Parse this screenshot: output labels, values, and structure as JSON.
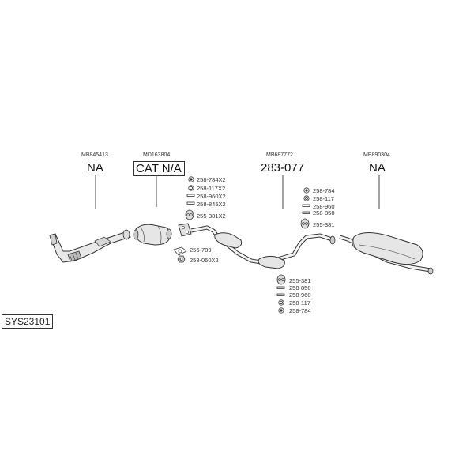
{
  "system_code": "SYS23101",
  "components": [
    {
      "part_no": "MB845413",
      "callout": "NA"
    },
    {
      "part_no": "MD163804",
      "callout": "CAT N/A"
    },
    {
      "part_no": "MB687772",
      "callout": "283-077"
    },
    {
      "part_no": "MB890304",
      "callout": "NA"
    }
  ],
  "hardware_groups": {
    "front_upper": [
      "258-784X2",
      "258-117X2",
      "258-960X2",
      "258-845X2",
      "255-381X2"
    ],
    "front_lower": [
      "256-789",
      "258-060X2"
    ],
    "rear_upper": [
      "258-784",
      "258-117",
      "258-960",
      "258-850",
      "255-381"
    ],
    "mid_lower": [
      "255-381",
      "258-850",
      "258-960",
      "258-117",
      "258-784"
    ]
  },
  "icons": {
    "nut": "nut-icon",
    "washer": "washer-icon",
    "bolt": "bolt-icon",
    "hanger": "rubber-hanger-icon",
    "gasket": "gasket-icon",
    "hex": "hex-nut-icon"
  }
}
